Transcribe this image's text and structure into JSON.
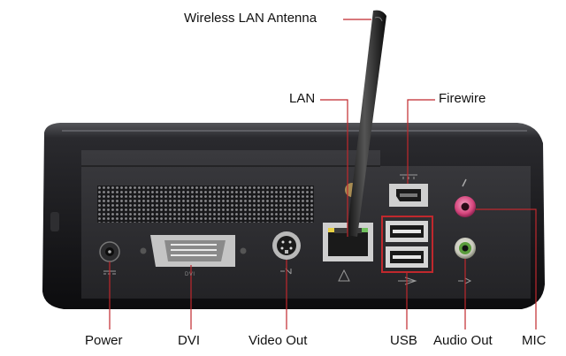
{
  "callouts": {
    "antenna": "Wireless LAN Antenna",
    "lan": "LAN",
    "firewire": "Firewire",
    "power": "Power",
    "dvi": "DVI",
    "video_out": "Video Out",
    "usb": "USB",
    "audio_out": "Audio Out",
    "mic": "MIC"
  },
  "port_markings": {
    "dvi": "DVI"
  },
  "colors": {
    "callout_line": "#c0282d",
    "usb_highlight": "#c0282d",
    "chassis": "#1c1c1f",
    "mic_jack": "#d6477e",
    "audio_jack": "#5a9c3c"
  },
  "icons": [
    "antenna-icon",
    "power-jack-icon",
    "dvi-port-icon",
    "s-video-port-icon",
    "rj45-port-icon",
    "firewire-port-icon",
    "usb-port-icon",
    "audio-jack-icon"
  ]
}
